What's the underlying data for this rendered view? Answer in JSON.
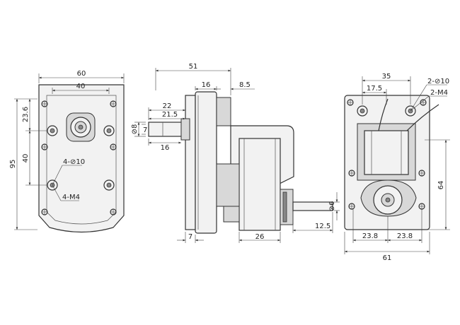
{
  "front_view": {
    "dim_width_total": "60",
    "dim_width_inner": "40",
    "dim_height_total": "95",
    "dim_height_upper": "23.6",
    "dim_height_mid": "40",
    "note_holes": "4-⊘10",
    "note_threads": "4-M4"
  },
  "side_view": {
    "dim_length_total": "51",
    "dim_gear_depth": "16",
    "dim_hub": "8.5",
    "dim_shaft_22": "22",
    "dim_shaft_21_5": "21.5",
    "dim_shaft_16": "16",
    "dim_shaft_dia": "⊘8",
    "dim_flat": "7",
    "dim_plate": "7",
    "dim_coil": "26",
    "dim_motor_shaft": "12.5",
    "dim_motor_shaft_dia": "⊘6"
  },
  "rear_view": {
    "dim_top_spacing": "35",
    "dim_top_half": "17.5",
    "note_holes": "2-⊘10",
    "note_threads": "2-M4",
    "dim_height": "64",
    "dim_left": "23.8",
    "dim_right": "23.8",
    "dim_width": "61"
  }
}
